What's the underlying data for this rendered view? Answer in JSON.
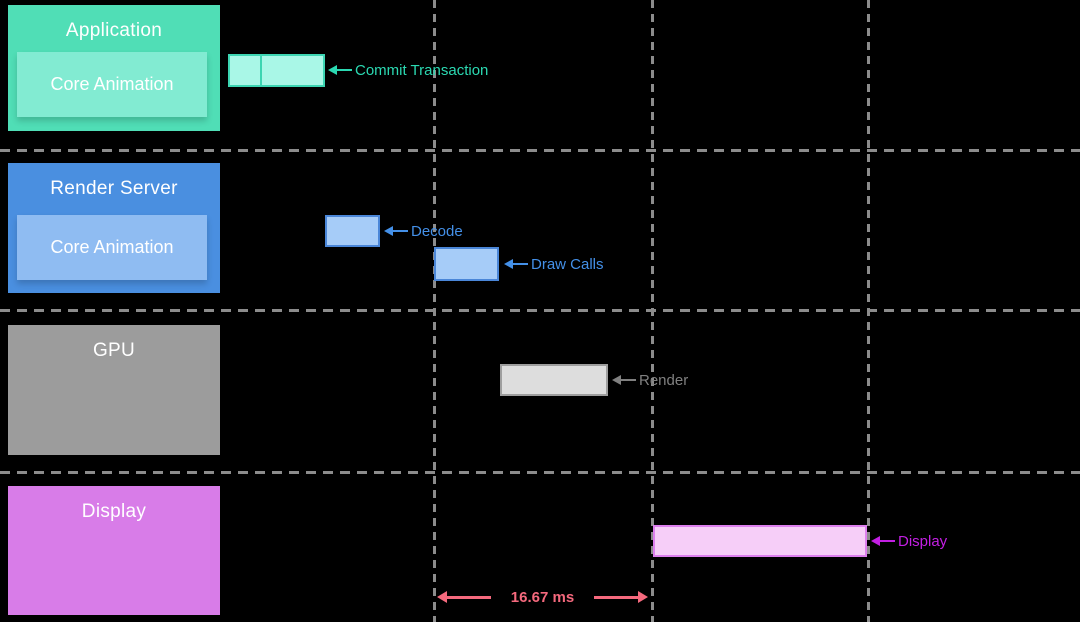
{
  "rows": {
    "application": {
      "title": "Application",
      "subtitle": "Core Animation"
    },
    "render_server": {
      "title": "Render Server",
      "subtitle": "Core Animation"
    },
    "gpu": {
      "title": "GPU"
    },
    "display": {
      "title": "Display"
    }
  },
  "bars": {
    "commit": {
      "label": "Commit Transaction",
      "segments": 2
    },
    "decode": {
      "label": "Decode"
    },
    "draw_calls": {
      "label": "Draw Calls"
    },
    "render": {
      "label": "Render"
    },
    "display": {
      "label": "Display"
    }
  },
  "measurement": {
    "label": "16.67 ms"
  },
  "colors": {
    "background": "#000000",
    "application_block": "#50DEB6",
    "application_subblock": "#82EBD2",
    "render_server_block": "#4A8FE0",
    "render_server_subblock": "#8FBCF2",
    "gpu_block": "#9C9C9C",
    "display_block": "#D87CE8",
    "commit_bar_fill": "#A9F7E7",
    "commit_bar_border": "#3CD5B2",
    "blue_bar_fill": "#A6CCF8",
    "blue_bar_border": "#4A86D8",
    "render_bar_fill": "#DDDDDD",
    "render_bar_border": "#9E9E9E",
    "display_bar_fill": "#F6CEF8",
    "display_bar_border": "#DD7FEE",
    "label_teal": "#2BD9B2",
    "label_blue": "#4490E8",
    "label_gray": "#808080",
    "label_magenta": "#C31FE3",
    "measurement_pink": "#F5697D",
    "gridline_gray": "#8C8C8C",
    "block_text": "#FFFFFF"
  }
}
